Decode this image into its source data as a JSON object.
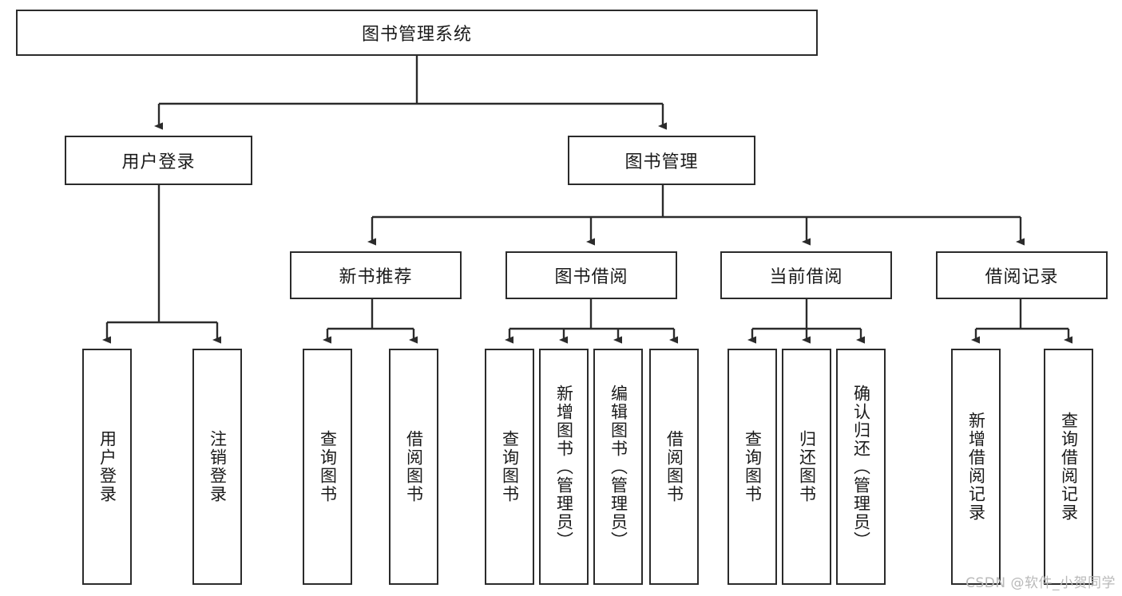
{
  "diagram": {
    "type": "tree-hierarchy-diagram",
    "title_node": {
      "label": "图书管理系统"
    },
    "level2": [
      {
        "id": "user-login",
        "label": "用户登录"
      },
      {
        "id": "book-management",
        "label": "图书管理"
      }
    ],
    "level3": [
      {
        "id": "new-book-recommend",
        "label": "新书推荐",
        "parent": "book-management"
      },
      {
        "id": "book-borrow",
        "label": "图书借阅",
        "parent": "book-management"
      },
      {
        "id": "current-borrow",
        "label": "当前借阅",
        "parent": "book-management"
      },
      {
        "id": "borrow-record",
        "label": "借阅记录",
        "parent": "book-management"
      }
    ],
    "leaves": {
      "user_login": [
        {
          "id": "leaf-user-login",
          "label": "用户登录"
        },
        {
          "id": "leaf-logout-login",
          "label": "注销登录"
        }
      ],
      "new_book_recommend": [
        {
          "id": "leaf-query-book-1",
          "label": "查询图书"
        },
        {
          "id": "leaf-borrow-book-1",
          "label": "借阅图书"
        }
      ],
      "book_borrow": [
        {
          "id": "leaf-query-book-2",
          "label": "查询图书"
        },
        {
          "id": "leaf-add-book",
          "label": "新增图书（管理员）"
        },
        {
          "id": "leaf-edit-book",
          "label": "编辑图书（管理员）"
        },
        {
          "id": "leaf-borrow-book-2",
          "label": "借阅图书"
        }
      ],
      "current_borrow": [
        {
          "id": "leaf-query-book-3",
          "label": "查询图书"
        },
        {
          "id": "leaf-return-book",
          "label": "归还图书"
        },
        {
          "id": "leaf-confirm-return",
          "label": "确认归还（管理员）"
        }
      ],
      "borrow_record": [
        {
          "id": "leaf-add-record",
          "label": "新增借阅记录"
        },
        {
          "id": "leaf-query-record",
          "label": "查询借阅记录"
        }
      ]
    },
    "watermark": "CSDN @软件_小贺同学",
    "colors": {
      "stroke": "#2b2b2b",
      "fill": "#ffffff",
      "text": "#1a1a1a",
      "watermark": "#b9b9b9"
    }
  }
}
